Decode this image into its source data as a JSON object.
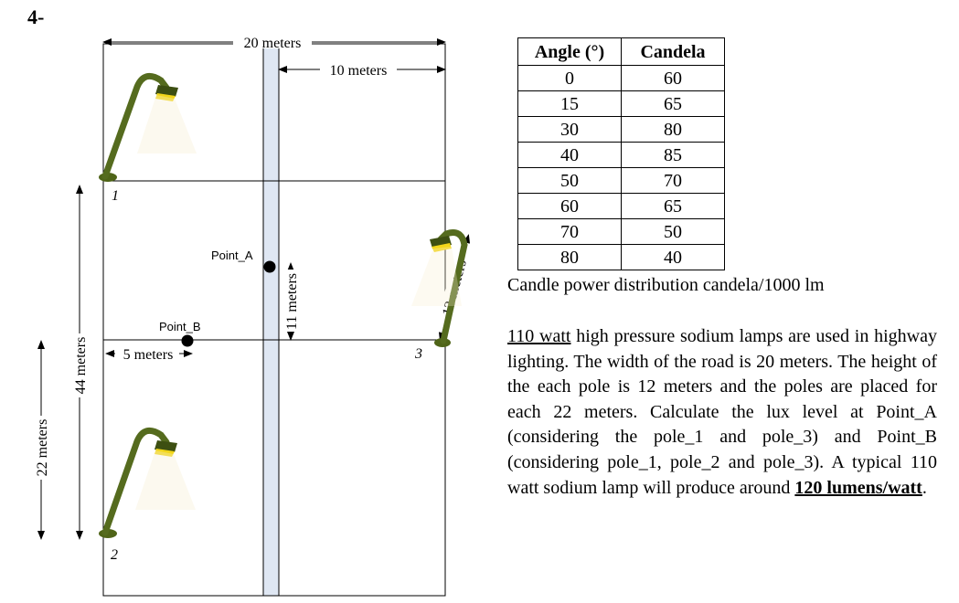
{
  "question_number": "4-",
  "diagram": {
    "dim_road_width": "20 meters",
    "dim_half_width": "10 meters",
    "dim_pole_height": "12 meters",
    "dim_vertical_11": "11 meters",
    "dim_spacing_44": "44 meters",
    "dim_spacing_22": "22 meters",
    "dim_offset_5": "5 meters",
    "point_a": "Point_A",
    "point_b": "Point_B",
    "pole_1": "1",
    "pole_2": "2",
    "pole_3": "3",
    "lamp_head_color": "#f2d61a",
    "pole_color": "#556b1e"
  },
  "table": {
    "headers": [
      "Angle (°)",
      "Candela"
    ],
    "rows": [
      [
        "0",
        "60"
      ],
      [
        "15",
        "65"
      ],
      [
        "30",
        "80"
      ],
      [
        "40",
        "85"
      ],
      [
        "50",
        "70"
      ],
      [
        "60",
        "65"
      ],
      [
        "70",
        "50"
      ],
      [
        "80",
        "40"
      ]
    ]
  },
  "caption": "Candle power distribution candela/1000 lm",
  "problem": {
    "u1": "110 watt",
    "t1": " high pressure sodium lamps are used in highway lighting. The width of the road is 20 meters. The height of the each pole is 12 meters and the poles are placed for each 22 meters. Calculate the lux level at Point_A (considering the pole_1 and pole_3) and Point_B (considering pole_1, pole_2 and pole_3). A typical 110 watt sodium lamp will produce around ",
    "b1": "120 lumens/watt",
    "t2": "."
  }
}
